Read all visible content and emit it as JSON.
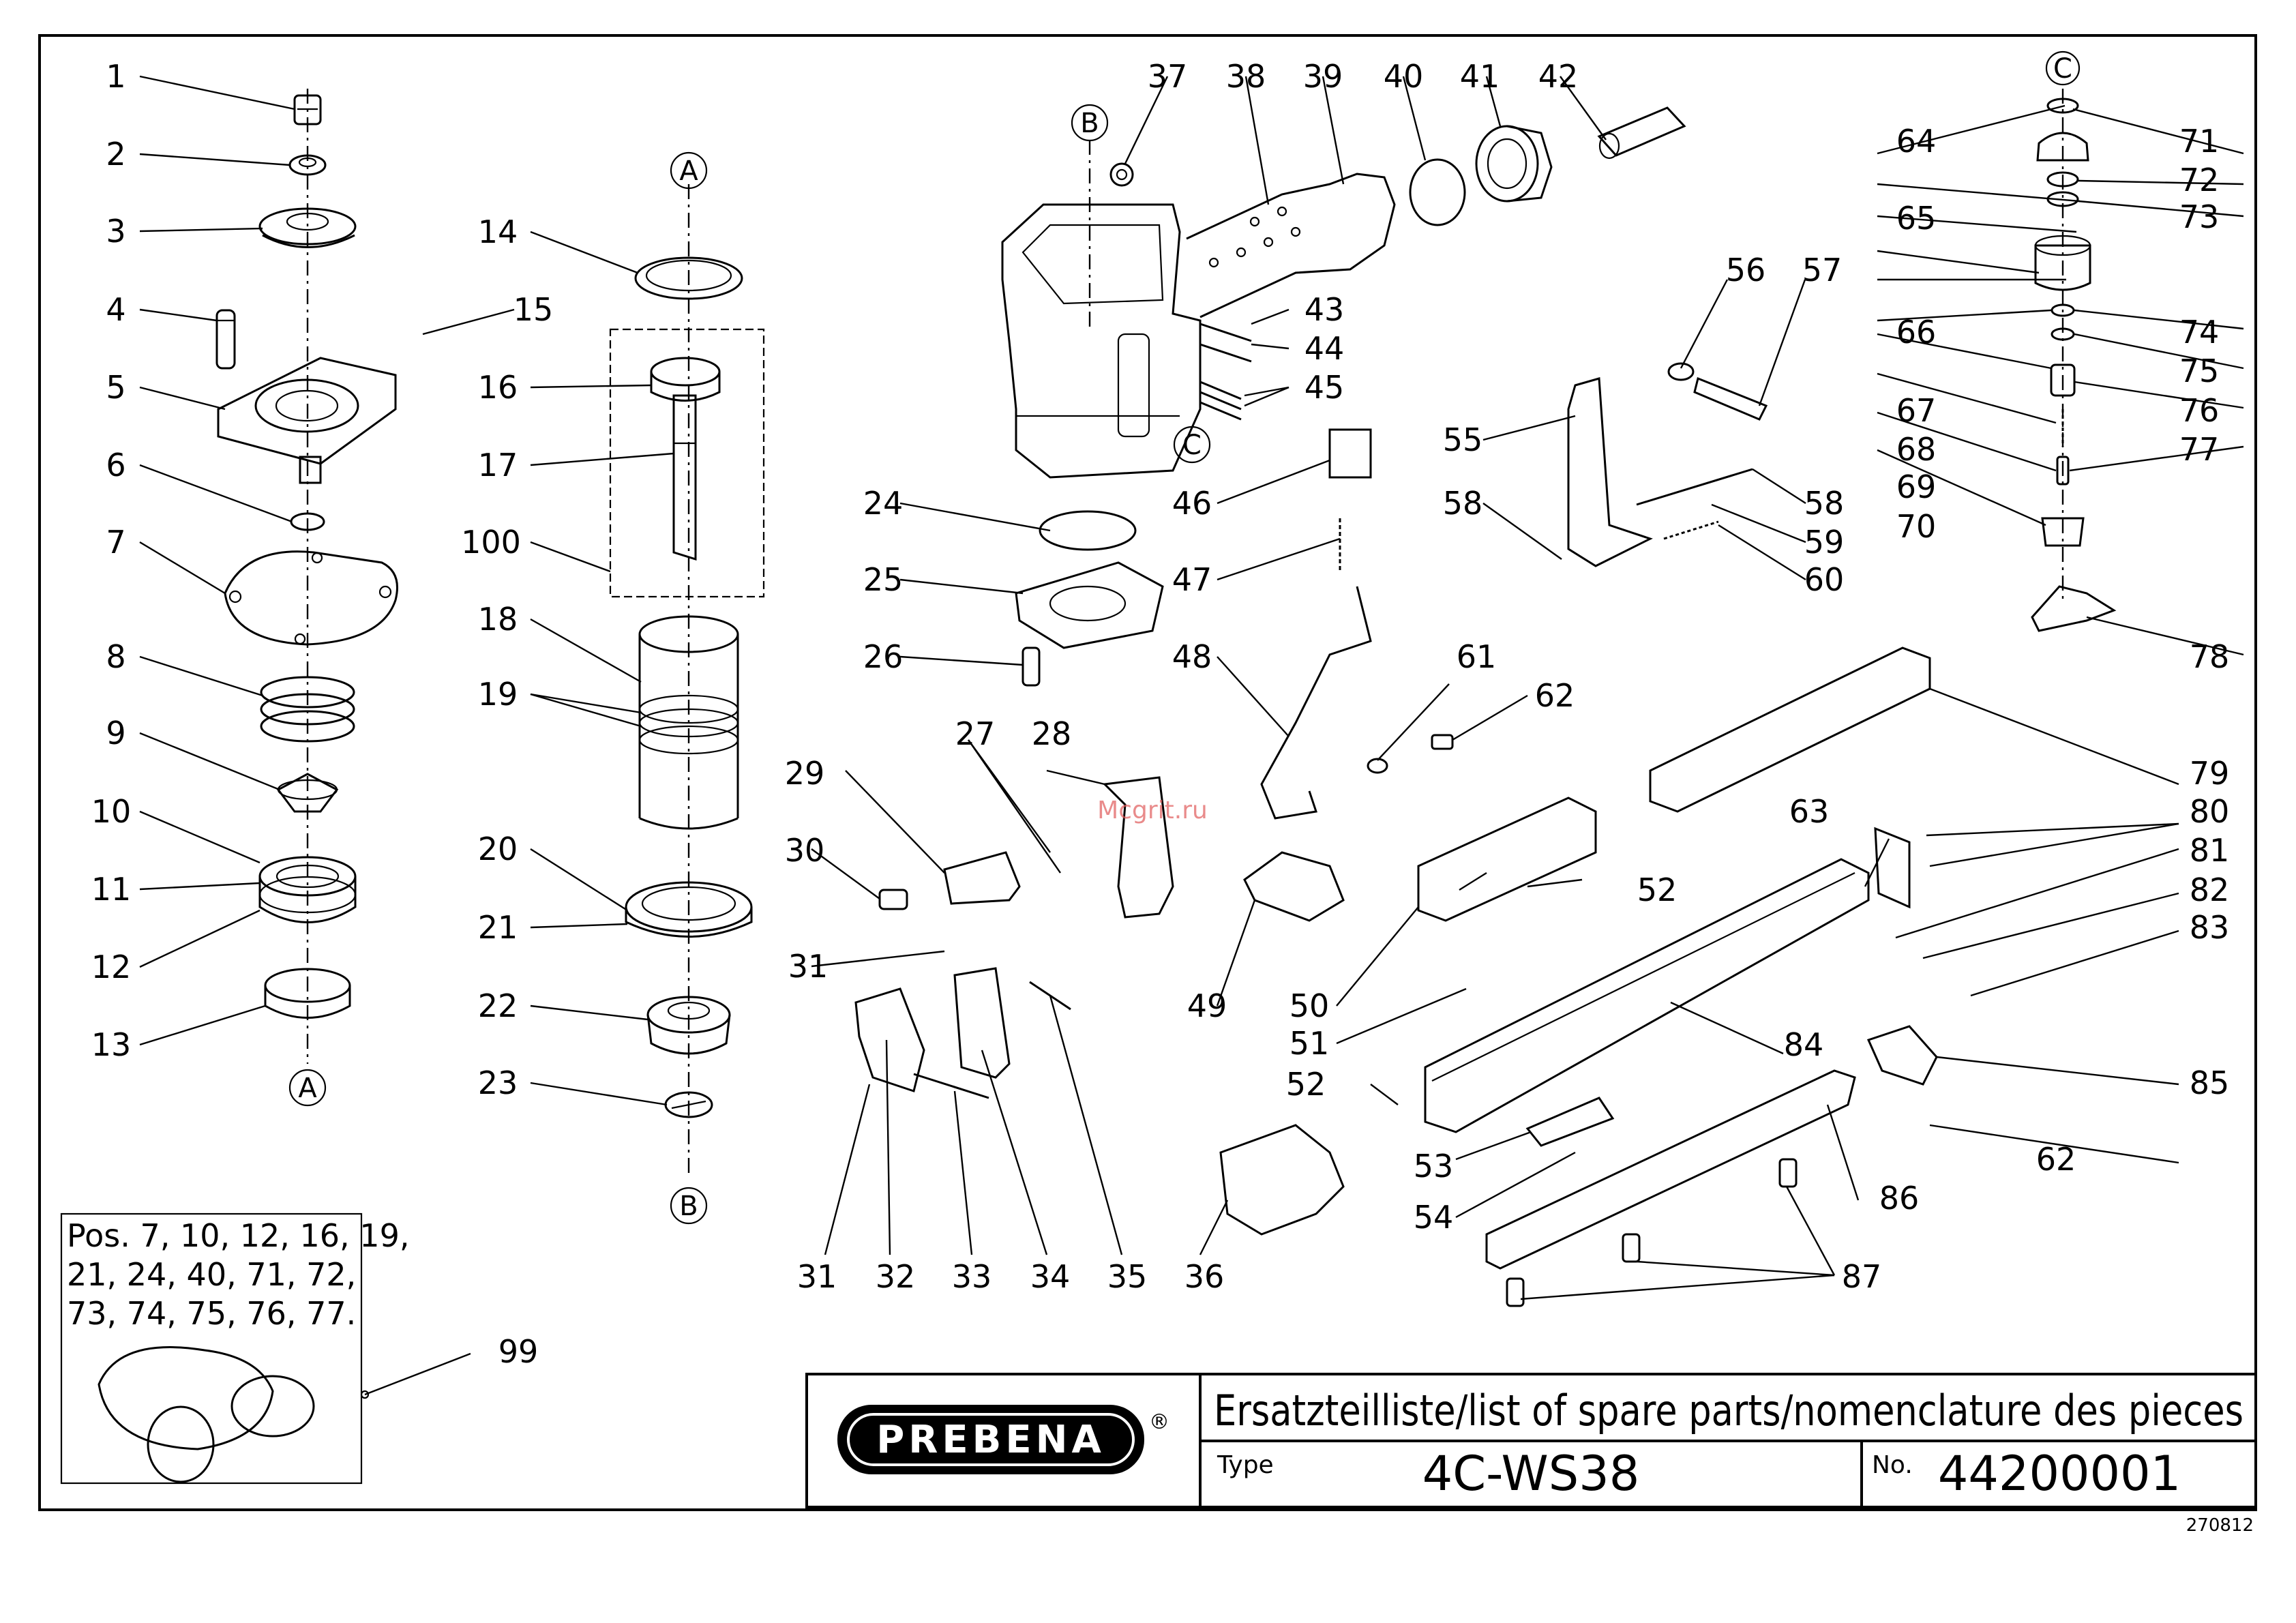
{
  "title_block": {
    "brand": "PREBENA",
    "registered_mark": "®",
    "heading": "Ersatzteilliste/list of spare parts/nomenclature des pieces",
    "type_label": "Type",
    "type_value": "4C-WS38",
    "no_label": "No.",
    "no_value": "44200001",
    "date_code": "270812"
  },
  "watermark": "Mcgrit.ru",
  "kit_note": {
    "lines": [
      "Pos. 7, 10, 12, 16, 19,",
      "21, 24, 40, 71, 72,",
      "73, 74, 75, 76, 77."
    ],
    "position_label": "99"
  },
  "reference_markers": {
    "a": "A",
    "b": "B",
    "c": "C"
  },
  "part_numbers": {
    "p1": "1",
    "p2": "2",
    "p3": "3",
    "p4": "4",
    "p5": "5",
    "p6": "6",
    "p7": "7",
    "p8": "8",
    "p9": "9",
    "p10": "10",
    "p11": "11",
    "p12": "12",
    "p13": "13",
    "p14": "14",
    "p15": "15",
    "p16": "16",
    "p17": "17",
    "p18": "18",
    "p19": "19",
    "p20": "20",
    "p21": "21",
    "p22": "22",
    "p23": "23",
    "p24": "24",
    "p25": "25",
    "p26": "26",
    "p27": "27",
    "p28": "28",
    "p29": "29",
    "p30": "30",
    "p31a": "31",
    "p31b": "31",
    "p32": "32",
    "p33": "33",
    "p34": "34",
    "p35": "35",
    "p36": "36",
    "p37": "37",
    "p38": "38",
    "p39": "39",
    "p40": "40",
    "p41": "41",
    "p42": "42",
    "p43": "43",
    "p44": "44",
    "p45": "45",
    "p46": "46",
    "p47": "47",
    "p48": "48",
    "p49": "49",
    "p50": "50",
    "p51": "51",
    "p52a": "52",
    "p52b": "52",
    "p53": "53",
    "p54": "54",
    "p55": "55",
    "p56": "56",
    "p57": "57",
    "p58a": "58",
    "p58b": "58",
    "p59": "59",
    "p60": "60",
    "p61": "61",
    "p62a": "62",
    "p62b": "62",
    "p63": "63",
    "p64": "64",
    "p65": "65",
    "p66": "66",
    "p67": "67",
    "p68": "68",
    "p69": "69",
    "p70": "70",
    "p71": "71",
    "p72": "72",
    "p73": "73",
    "p74": "74",
    "p75": "75",
    "p76": "76",
    "p77": "77",
    "p78": "78",
    "p79": "79",
    "p80": "80",
    "p81": "81",
    "p82": "82",
    "p83": "83",
    "p84": "84",
    "p85": "85",
    "p86": "86",
    "p87": "87",
    "p100": "100"
  }
}
